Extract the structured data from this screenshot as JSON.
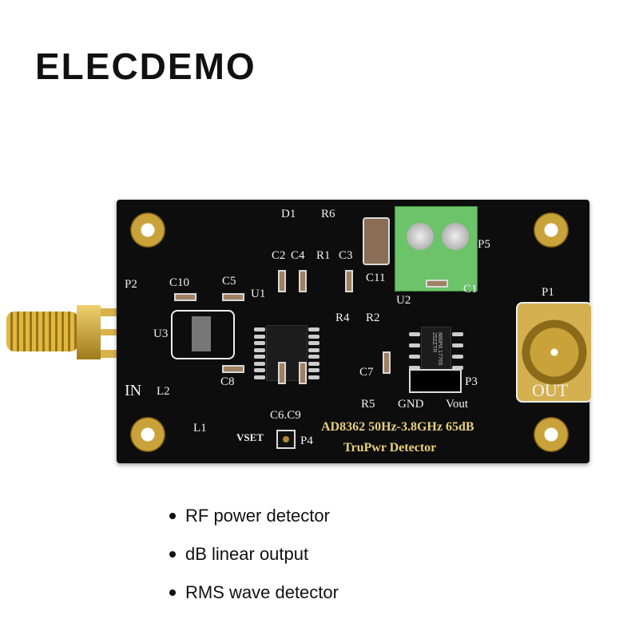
{
  "brand": "ELECDEMO",
  "pcb": {
    "title_line1": "AD8362 50Hz-3.8GHz 65dB",
    "title_line2": "TruPwr Detector",
    "labels": {
      "D1": "D1",
      "R6": "R6",
      "C2": "C2",
      "C4": "C4",
      "R1": "R1",
      "C3": "C3",
      "C11": "C11",
      "P5": "P5",
      "P2": "P2",
      "C10": "C10",
      "C5": "C5",
      "U1": "U1",
      "U2": "U2",
      "C1": "C1",
      "P1": "P1",
      "U3": "U3",
      "R4": "R4",
      "R2": "R2",
      "C7": "C7",
      "P3": "P3",
      "IN": "IN",
      "L2": "L2",
      "C8": "C8",
      "L1": "L1",
      "GND": "GND",
      "Vout": "Vout",
      "R5": "R5",
      "C6C9": "C6.C9",
      "VSET": "VSET",
      "P4": "P4",
      "OUT": "OUT"
    },
    "chip_u2_marking": "880PA 17765 252ZTR"
  },
  "features": [
    "RF power detector",
    "dB linear output",
    "RMS wave detector"
  ],
  "colors": {
    "pcb": "#0d0d0d",
    "terminal": "#6cc36a",
    "gold": "#c9a23a"
  }
}
